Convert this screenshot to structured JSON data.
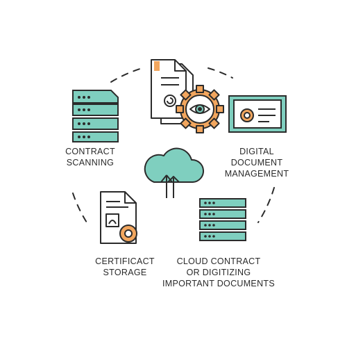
{
  "labels": {
    "scanning": [
      "CONTRACT",
      "SCANNING"
    ],
    "digital": [
      "DIGITAL",
      "DOCUMENT",
      "MANAGEMENT"
    ],
    "storage": [
      "CERTIFICACT",
      "STORAGE"
    ],
    "cloud": [
      "CLOUD CONTRACT",
      "OR DIGITIZING",
      "IMPORTANT DOCUMENTS"
    ]
  },
  "colors": {
    "outline": "#2b2b2b",
    "teal": "#7fcfbf",
    "orange": "#f2a65e",
    "paper": "#ffffff"
  },
  "icons": [
    "server-rack-icon",
    "document-gear-eye-icon",
    "certificate-icon",
    "cloud-upload-icon",
    "document-gear-icon",
    "server-stack-icon"
  ]
}
